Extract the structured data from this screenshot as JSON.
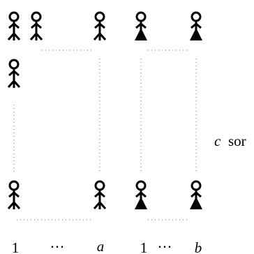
{
  "labels": {
    "col_first": "1",
    "col_dots_a": "⋯",
    "col_a": "a",
    "col_one_b": "1",
    "col_dots_b": "⋯",
    "col_b": "b",
    "rows_c": "c",
    "rows_word": "sor"
  },
  "figures": {
    "plain": "stick figure (plain)",
    "dress": "stick figure with filled triangle body"
  }
}
